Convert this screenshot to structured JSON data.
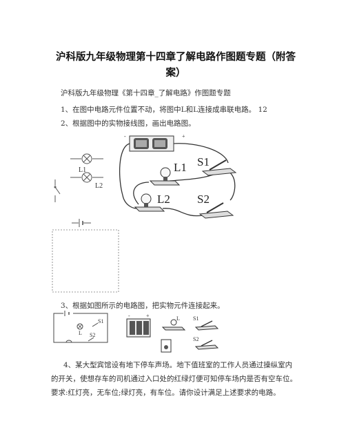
{
  "document": {
    "title_line1": "沪科版九年级物理第十四章了解电路作图题专题（附答",
    "title_line2": "案）",
    "subtitle": "沪科版九年级物理《第十四章_了解电路》作图题专题",
    "q1": "1、在图中电路元件位置不动，将图中L和L连接成串联电路。 12",
    "q2": "2、根据图中的实物接线图，画出电路图。",
    "q3": "3、根据如图所示的电路图，把实物元件连接起来。",
    "q4": "4、某大型宾馆设有地下停车声场。地下值班室的工作人员通过操纵室内的开关，使想存车的司机通过入口处的红绿灯便可知停车场内是否有空车位。要求:红灯亮，无车位;绿灯亮，有车位。请你设计满足上述要求的电路。"
  },
  "figure_labels": {
    "l1_small": "L1",
    "l2_small": "L2",
    "l1_big": "L1",
    "l2_big": "L2",
    "s1_big": "S1",
    "s2_big": "S2",
    "plus": "+",
    "minus": "-",
    "s1_small": "S1",
    "s2_small": "S2",
    "l_small": "L",
    "l_fig3": "L",
    "s_fig3_1": "S1",
    "s_fig3_2": "S2"
  }
}
